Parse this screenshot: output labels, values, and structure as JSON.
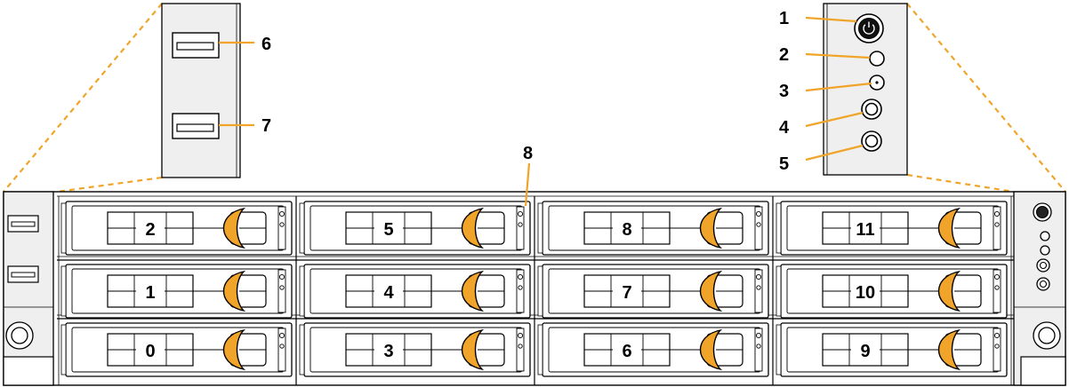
{
  "callouts": {
    "c1": "1",
    "c2": "2",
    "c3": "3",
    "c4": "4",
    "c5": "5",
    "c6": "6",
    "c7": "7",
    "c8": "8"
  },
  "bays": {
    "b0": "0",
    "b1": "1",
    "b2": "2",
    "b3": "3",
    "b4": "4",
    "b5": "5",
    "b6": "6",
    "b7": "7",
    "b8": "8",
    "b9": "9",
    "b10": "10",
    "b11": "11"
  },
  "colors": {
    "accent": "#f0a52a",
    "line": "#000000",
    "panel": "#efefef"
  }
}
